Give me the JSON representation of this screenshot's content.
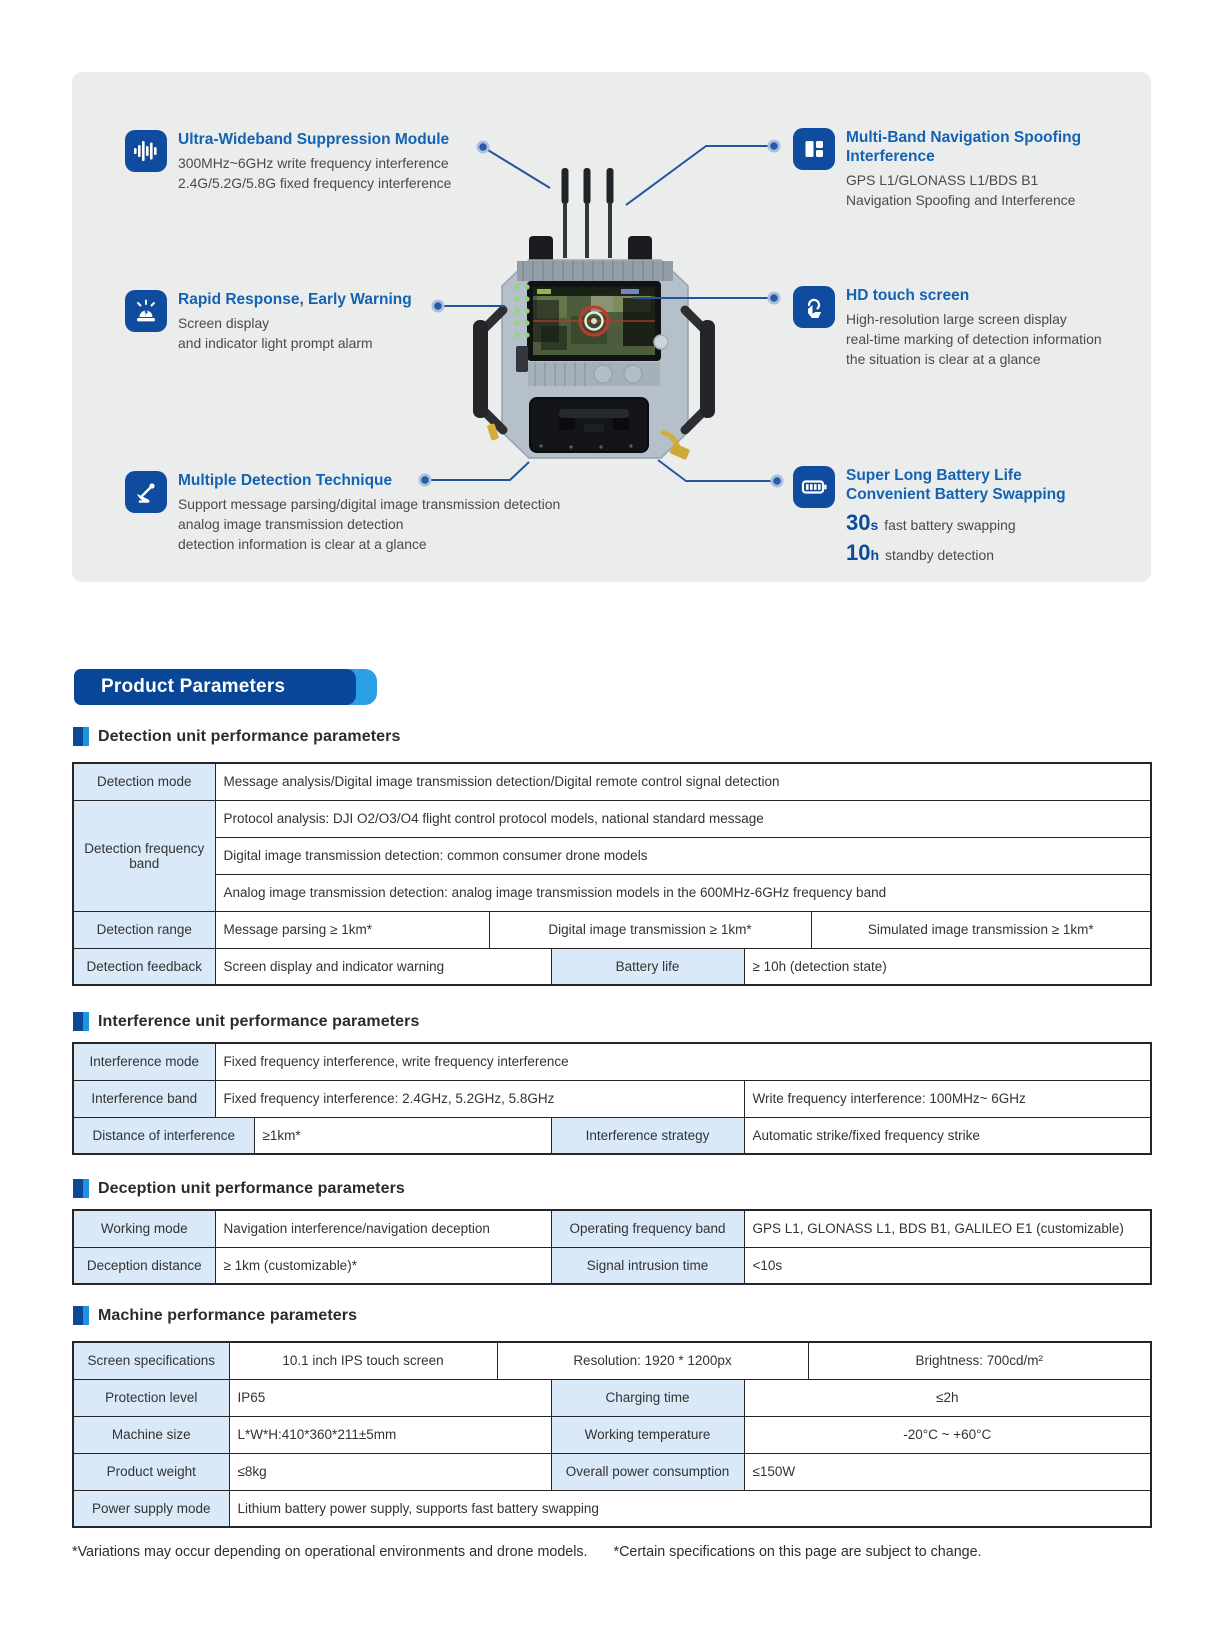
{
  "colors": {
    "brand_dark_blue": "#0a4697",
    "brand_light_blue": "#2b9fe6",
    "title_blue": "#1463b2",
    "table_label_bg": "#d9e9f7",
    "hero_panel_bg": "#ebecec"
  },
  "hero": {
    "features_left": [
      {
        "icon": "waveform-icon",
        "title": "Ultra-Wideband Suppression Module",
        "lines": [
          "300MHz~6GHz write frequency interference",
          "2.4G/5.2G/5.8G fixed frequency interference"
        ]
      },
      {
        "icon": "siren-icon",
        "title": "Rapid Response, Early Warning",
        "lines": [
          "Screen display",
          "and indicator light prompt alarm"
        ]
      },
      {
        "icon": "radar-dish-icon",
        "title": "Multiple Detection Technique",
        "lines": [
          "Support message parsing/digital image transmission detection",
          "analog image transmission detection",
          "detection information is clear at a glance"
        ]
      }
    ],
    "features_right": [
      {
        "icon": "layout-grid-icon",
        "title": "Multi-Band Navigation Spoofing",
        "title2": "Interference",
        "lines": [
          "GPS L1/GLONASS L1/BDS B1",
          "Navigation Spoofing and Interference"
        ]
      },
      {
        "icon": "touch-screen-icon",
        "title": "HD touch screen",
        "lines": [
          "High-resolution large screen display",
          "real-time marking of detection information",
          "the situation is clear at a glance"
        ]
      },
      {
        "icon": "battery-icon",
        "title": "Super Long Battery Life",
        "title2": "Convenient Battery Swapping",
        "lines": []
      }
    ],
    "stats": [
      {
        "value": "30",
        "unit": "s",
        "label": "fast battery swapping"
      },
      {
        "value": "10",
        "unit": "h",
        "label": "standby detection"
      }
    ]
  },
  "banner": {
    "title": "Product Parameters"
  },
  "sections": [
    {
      "heading": "Detection unit performance parameters"
    },
    {
      "heading": "Interference unit performance parameters"
    },
    {
      "heading": "Deception unit performance parameters"
    },
    {
      "heading": "Machine performance parameters"
    }
  ],
  "tables": {
    "detection": {
      "mode_label": "Detection mode",
      "mode_value": "Message analysis/Digital image transmission detection/Digital remote control signal detection",
      "band_label": "Detection frequency band",
      "band_rows": [
        "Protocol analysis: DJI O2/O3/O4 flight control protocol models, national standard message",
        "Digital image transmission detection: common consumer drone models",
        "Analog image transmission detection: analog image transmission models in the 600MHz-6GHz frequency band"
      ],
      "range_label": "Detection range",
      "range_values": [
        "Message parsing ≥ 1km*",
        "Digital image transmission ≥ 1km*",
        "Simulated image transmission ≥ 1km*"
      ],
      "feedback_label": "Detection feedback",
      "feedback_value": "Screen display and indicator warning",
      "battery_label": "Battery life",
      "battery_value": "≥ 10h (detection state)"
    },
    "interference": {
      "mode_label": "Interference mode",
      "mode_value": "Fixed frequency interference, write frequency interference",
      "band_label": "Interference band",
      "band_value_fixed": "Fixed frequency interference: 2.4GHz, 5.2GHz, 5.8GHz",
      "band_value_write": "Write frequency interference: 100MHz~ 6GHz",
      "distance_label": "Distance of interference",
      "distance_value": "≥1km*",
      "strategy_label": "Interference strategy",
      "strategy_value": "Automatic strike/fixed frequency strike"
    },
    "deception": {
      "working_label": "Working mode",
      "working_value": "Navigation interference/navigation deception",
      "freq_label": "Operating frequency band",
      "freq_value": "GPS L1, GLONASS L1, BDS B1, GALILEO E1 (customizable)",
      "distance_label": "Deception distance",
      "distance_value": "≥ 1km (customizable)*",
      "intrusion_label": "Signal intrusion time",
      "intrusion_value": "<10s"
    },
    "machine": {
      "screen_label": "Screen specifications",
      "screen_value": "10.1 inch IPS touch screen",
      "resolution_value": "Resolution: 1920 * 1200px",
      "brightness_value": "Brightness: 700cd/m²",
      "protection_label": "Protection level",
      "protection_value": "IP65",
      "charging_label": "Charging time",
      "charging_value": "≤2h",
      "size_label": "Machine size",
      "size_value": "L*W*H:410*360*211±5mm",
      "temp_label": "Working temperature",
      "temp_value": "-20°C ~ +60°C",
      "weight_label": "Product weight",
      "weight_value": "≤8kg",
      "power_label": "Overall power consumption",
      "power_value": "≤150W",
      "supply_label": "Power supply mode",
      "supply_value": "Lithium battery power supply, supports fast battery swapping"
    }
  },
  "footnotes": [
    "*Variations may occur depending on operational environments and drone models.",
    "*Certain specifications on this page are subject to change."
  ]
}
